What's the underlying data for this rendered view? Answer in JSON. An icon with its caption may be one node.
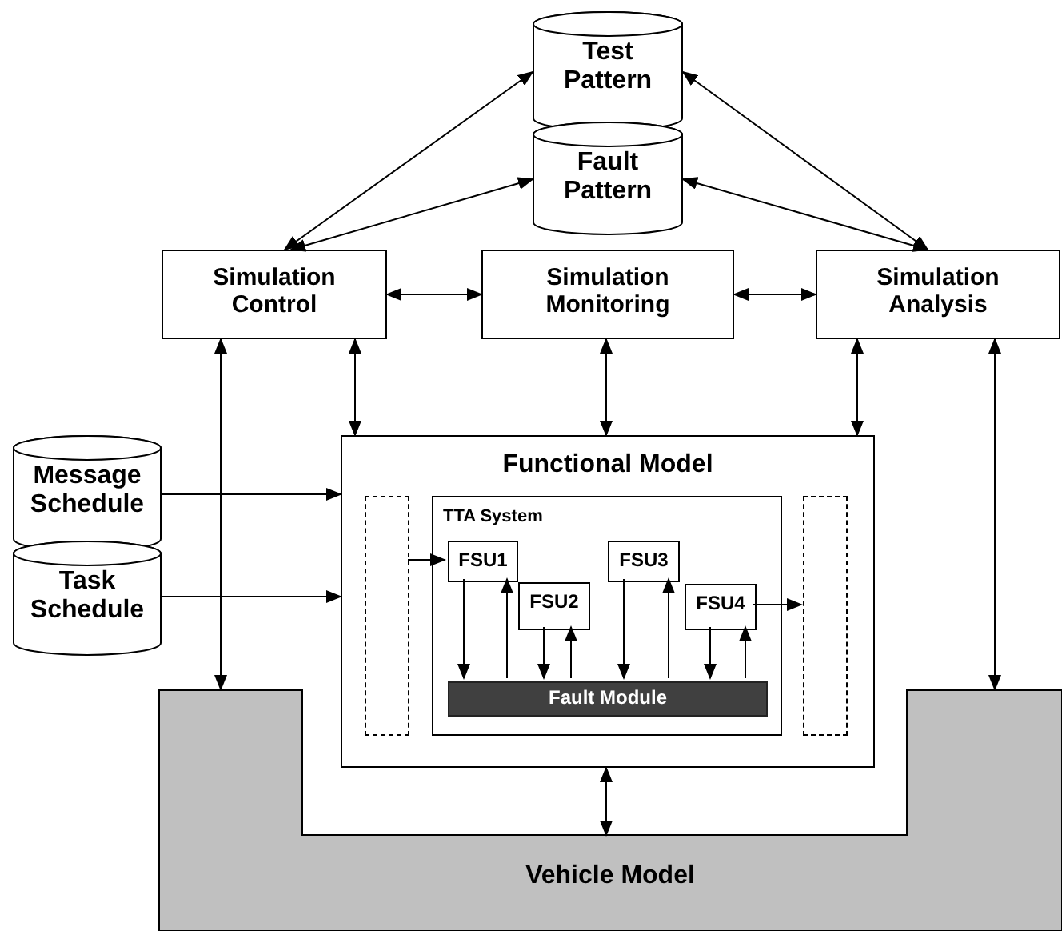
{
  "diagram": {
    "nodes": [
      {
        "text": [
          "Test Pattern"
        ]
      },
      {
        "text": [
          "Fault Pattern"
        ]
      },
      {
        "text": [
          "Simulation Control"
        ]
      },
      {
        "text": [
          "Simulation Monitoring"
        ]
      },
      {
        "text": [
          "Simulation Analysis"
        ]
      },
      {
        "text": [
          "Message Schedule"
        ]
      },
      {
        "text": [
          "Task Schedule"
        ]
      },
      {
        "text": [
          "Functional Model"
        ]
      },
      {
        "text": [],
        "shape": "box",
        "in": 7
      },
      {
        "text": [
          "TTA System"
        ],
        "in": 7
      },
      {
        "text": [
          "FSU1"
        ],
        "in": 9
      },
      {
        "text": [
          "FSU2"
        ],
        "in": 9
      },
      {
        "text": [
          "FSU3"
        ],
        "in": 9
      },
      {
        "text": [
          "FSU4"
        ],
        "in": 9
      },
      {
        "text": [
          "Fault Module"
        ],
        "in": 9
      },
      {
        "text": [],
        "shape": "box",
        "in": 7
      },
      {
        "text": [
          "Vehicle Model"
        ]
      }
    ],
    "edges": [
      {
        "from": 2,
        "to": 0,
        "arrow": "both"
      },
      {
        "from": 2,
        "to": 1,
        "arrow": "both"
      },
      {
        "from": 4,
        "to": 0,
        "arrow": "both"
      },
      {
        "from": 4,
        "to": 1,
        "arrow": "both"
      },
      {
        "from": 2,
        "to": 3,
        "arrow": "both"
      },
      {
        "from": 3,
        "to": 4,
        "arrow": "both"
      },
      {
        "from": 2,
        "to": 16,
        "arrow": "both"
      },
      {
        "from": 2,
        "to": 7,
        "arrow": "both"
      },
      {
        "from": 3,
        "to": 7,
        "arrow": "both"
      },
      {
        "from": 4,
        "to": 7,
        "arrow": "both"
      },
      {
        "from": 4,
        "to": 16,
        "arrow": "both"
      },
      {
        "from": 5,
        "to": 7,
        "arrow": "to"
      },
      {
        "from": 6,
        "to": 7,
        "arrow": "to"
      },
      {
        "from": 8,
        "to": 10,
        "arrow": "to"
      },
      {
        "from": 13,
        "to": 15,
        "arrow": "to"
      },
      {
        "from": 10,
        "to": 14,
        "arrow": "to"
      },
      {
        "from": 14,
        "to": 10,
        "arrow": "to"
      },
      {
        "from": 11,
        "to": 14,
        "arrow": "to"
      },
      {
        "from": 14,
        "to": 11,
        "arrow": "to"
      },
      {
        "from": 12,
        "to": 14,
        "arrow": "to"
      },
      {
        "from": 14,
        "to": 12,
        "arrow": "to"
      },
      {
        "from": 13,
        "to": 14,
        "arrow": "to"
      },
      {
        "from": 14,
        "to": 13,
        "arrow": "to"
      },
      {
        "from": 7,
        "to": 16,
        "arrow": "both"
      }
    ]
  }
}
